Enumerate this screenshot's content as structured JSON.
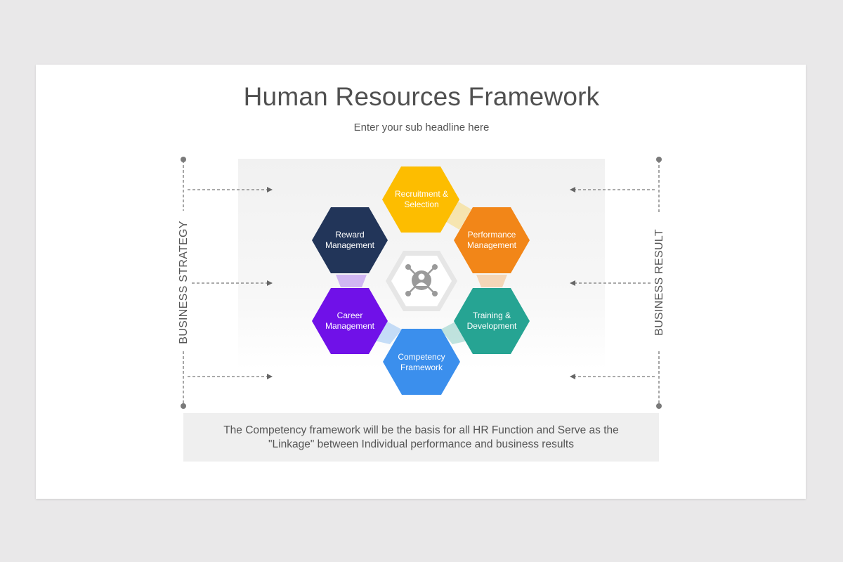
{
  "slide": {
    "title": "Human Resources Framework",
    "subtitle": "Enter your sub headline here"
  },
  "diagram": {
    "left_label": "BUSINESS STRATEGY",
    "right_label": "BUSINESS RESULT",
    "center_icon": "person-network-icon",
    "hexagons": [
      {
        "id": "recruitment",
        "line1": "Recruitment  &",
        "line2": "Selection",
        "color": "#FDBD00"
      },
      {
        "id": "performance",
        "line1": "Performance",
        "line2": "Management",
        "color": "#F28618"
      },
      {
        "id": "training",
        "line1": "Training &",
        "line2": "Development",
        "color": "#26A493"
      },
      {
        "id": "competency",
        "line1": "Competency",
        "line2": "Framework",
        "color": "#3B8FED"
      },
      {
        "id": "career",
        "line1": "Career",
        "line2": "Management",
        "color": "#7011E8"
      },
      {
        "id": "reward",
        "line1": "Reward",
        "line2": "Management",
        "color": "#223559"
      }
    ]
  },
  "caption": {
    "line1": "The Competency framework will be the basis for all HR Function and Serve as the",
    "line2": "\"Linkage\" between Individual performance and business results"
  }
}
